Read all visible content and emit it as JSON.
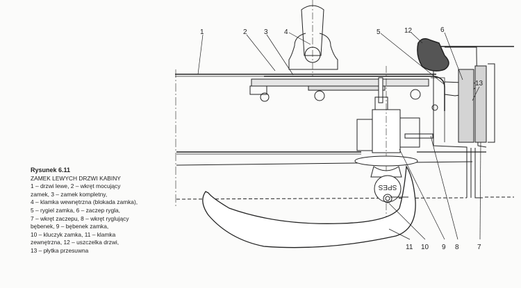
{
  "figure": {
    "title": "Rysunek 6.11",
    "subtitle": "ZAMEK LEWYCH DRZWI KABINY",
    "legend_lines": [
      "1 – drzwi lewe, 2 – wkręt mocujący",
      "zamek, 3 – zamek kompletny,",
      "4 – klamka wewnętrzna (blokada zamka),",
      "5 – rygiel zamka, 6 – zaczep rygla,",
      "7 – wkręt zaczepu, 8 – wkręt ryglujący",
      "bębenek, 9 – bębenek zamka,",
      "10 – kluczyk zamka, 11 – klamka",
      "zewnętrzna, 12 – uszczelka drzwi,",
      "13 – płytka przesuwna"
    ]
  },
  "drawing": {
    "lock_marking": "SPES",
    "callouts": [
      "1",
      "2",
      "3",
      "4",
      "5",
      "12",
      "6",
      "13",
      "11",
      "10",
      "9",
      "8",
      "7"
    ]
  }
}
